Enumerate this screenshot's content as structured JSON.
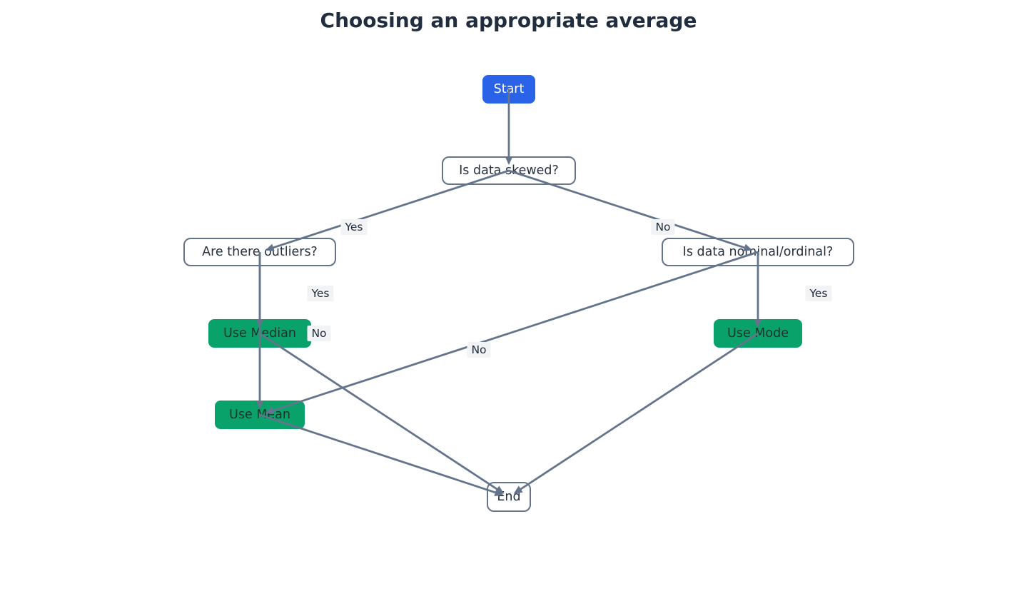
{
  "title": "Choosing an appropriate average",
  "flowchart": {
    "nodes": {
      "start": {
        "label": "Start",
        "type": "start"
      },
      "skewed": {
        "label": "Is data skewed?",
        "type": "decision"
      },
      "outliers": {
        "label": "Are there outliers?",
        "type": "decision"
      },
      "nominal": {
        "label": "Is data nominal/ordinal?",
        "type": "decision"
      },
      "use_median": {
        "label": "Use Median",
        "type": "result"
      },
      "use_mode": {
        "label": "Use Mode",
        "type": "result"
      },
      "use_mean": {
        "label": "Use Mean",
        "type": "result"
      },
      "end": {
        "label": "End",
        "type": "terminal"
      }
    },
    "edges": [
      {
        "from": "Start",
        "to": "Is data skewed?",
        "label": ""
      },
      {
        "from": "Is data skewed?",
        "to": "Are there outliers?",
        "label": "Yes"
      },
      {
        "from": "Is data skewed?",
        "to": "Is data nominal/ordinal?",
        "label": "No"
      },
      {
        "from": "Are there outliers?",
        "to": "Use Median",
        "label": "Yes"
      },
      {
        "from": "Are there outliers?",
        "to": "Use Mean",
        "label": "No"
      },
      {
        "from": "Is data nominal/ordinal?",
        "to": "Use Mode",
        "label": "Yes"
      },
      {
        "from": "Is data nominal/ordinal?",
        "to": "Use Mean",
        "label": "No"
      },
      {
        "from": "Use Median",
        "to": "End",
        "label": ""
      },
      {
        "from": "Use Mean",
        "to": "End",
        "label": ""
      },
      {
        "from": "Use Mode",
        "to": "End",
        "label": ""
      }
    ],
    "colors": {
      "start_fill": "#2a63e8",
      "start_text": "#ffffff",
      "decision_fill": "#ffffff",
      "decision_border": "#64748b",
      "result_fill": "#0aa26b",
      "edge_stroke": "#64748b",
      "node_text": "#263241",
      "edge_label_bg": "#f2f3f5",
      "title_text": "#1f2d3f",
      "background": "#ffffff"
    }
  }
}
